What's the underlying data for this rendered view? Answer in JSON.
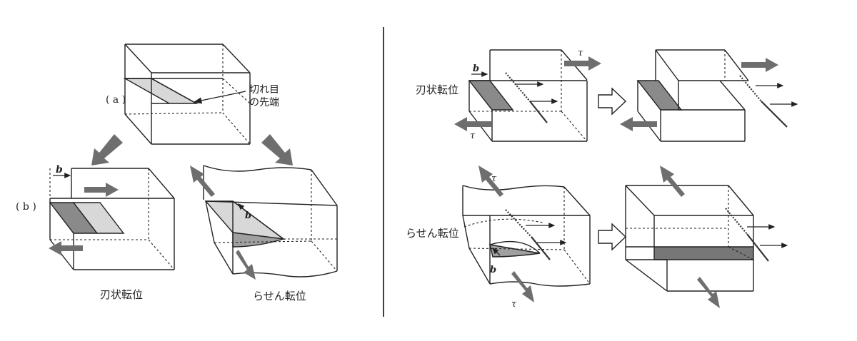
{
  "left_panel": {
    "label_a": "( a )",
    "label_b": "( b )",
    "callout_line1": "切れ目",
    "callout_line2": "の先端",
    "burgers_edge": "b",
    "burgers_screw": "b",
    "caption_edge": "刃状転位",
    "caption_screw": "らせん転位"
  },
  "right_panel": {
    "edge_label": "刃状転位",
    "screw_label": "らせん転位",
    "tau_top": "τ",
    "tau_bottom_edge": "τ",
    "b_edge": "b",
    "tau_screw_top": "τ",
    "tau_screw_bottom": "τ",
    "b_screw": "b"
  },
  "colors": {
    "slip_light": "#d8d8d8",
    "slip_dark": "#8a8a8a",
    "arrow": "#6e6e6e"
  }
}
